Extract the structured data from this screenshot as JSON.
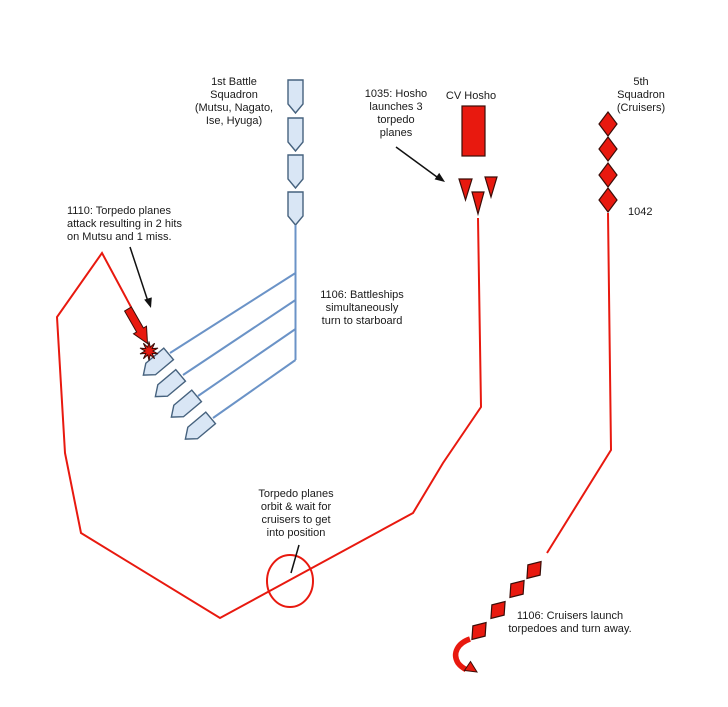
{
  "labels": {
    "battle_squadron": {
      "lines": [
        "1st Battle",
        "Squadron",
        "(Mutsu, Nagato,",
        "Ise, Hyuga)"
      ]
    },
    "hosho_launch": {
      "lines": [
        "1035: Hosho",
        "launches 3",
        "torpedo",
        "planes"
      ]
    },
    "cv_hosho": "CV Hosho",
    "fifth_squadron": {
      "lines": [
        "5th",
        "Squadron",
        "(Cruisers)"
      ]
    },
    "time_1042": "1042",
    "torpedo_attack": {
      "lines": [
        "1110: Torpedo planes",
        "attack resulting in 2 hits",
        "on Mutsu and 1 miss."
      ]
    },
    "battleships_turn": {
      "lines": [
        "1106: Battleships",
        "simultaneously",
        "turn to starboard"
      ]
    },
    "orbit_wait": {
      "lines": [
        "Torpedo planes",
        "orbit & wait for",
        "cruisers to get",
        "into position"
      ]
    },
    "cruisers_launch": {
      "lines": [
        "1106: Cruisers launch",
        "torpedoes and turn away."
      ]
    }
  },
  "units": {
    "battleships_count": 4,
    "torpedo_planes_count": 3,
    "cruisers_count": 4,
    "carriers_count": 1
  },
  "colors": {
    "track_red": "#e8190f",
    "track_blue": "#6b93c7",
    "ship_fill": "#d9e6f5",
    "ship_stroke": "#46627e",
    "symbol_outline": "#3a0d08",
    "text": "#1a1a1a",
    "background": "#ffffff"
  }
}
